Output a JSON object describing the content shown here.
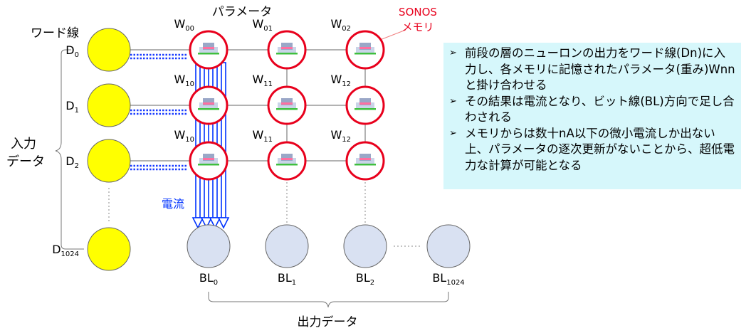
{
  "labels": {
    "parameter": "パラメータ",
    "word_line": "ワード線",
    "sonos": "SONOS",
    "memory": "メモリ",
    "input_line1": "入力",
    "input_line2": "データ",
    "current": "電流",
    "output": "出力データ"
  },
  "rows": [
    {
      "d_base": "D",
      "d_sub": "0"
    },
    {
      "d_base": "D",
      "d_sub": "1"
    },
    {
      "d_base": "D",
      "d_sub": "2"
    },
    {
      "d_base": "D",
      "d_sub": "1024"
    }
  ],
  "weights": [
    [
      {
        "base": "W",
        "sub": "00"
      },
      {
        "base": "W",
        "sub": "01"
      },
      {
        "base": "W",
        "sub": "02"
      }
    ],
    [
      {
        "base": "W",
        "sub": "10"
      },
      {
        "base": "W",
        "sub": "11"
      },
      {
        "base": "W",
        "sub": "12"
      }
    ],
    [
      {
        "base": "W",
        "sub": "10"
      },
      {
        "base": "W",
        "sub": "11"
      },
      {
        "base": "W",
        "sub": "12"
      }
    ]
  ],
  "bitlines": [
    {
      "base": "BL",
      "sub": "0"
    },
    {
      "base": "BL",
      "sub": "1"
    },
    {
      "base": "BL",
      "sub": "2"
    },
    {
      "base": "BL",
      "sub": "1024"
    }
  ],
  "bullets": [
    "前段の層のニューロンの出力をワード線(Dn)に入力し、各メモリに記憶されたパラメータ(重み)Wnnと掛け合わせる",
    "その結果は電流となり、ビット線(BL)方向で足し合わされる",
    "メモリからは数十nA以下の微小電流しか出ない上、パラメータの逐次更新がないことから、超低電力な計算が可能となる"
  ],
  "colors": {
    "input_node": "#ffff00",
    "output_node": "#d9e1f2",
    "memory_ring": "#e8001c",
    "current_arrow": "#0033ff",
    "info_bg": "#d6f7fb"
  }
}
